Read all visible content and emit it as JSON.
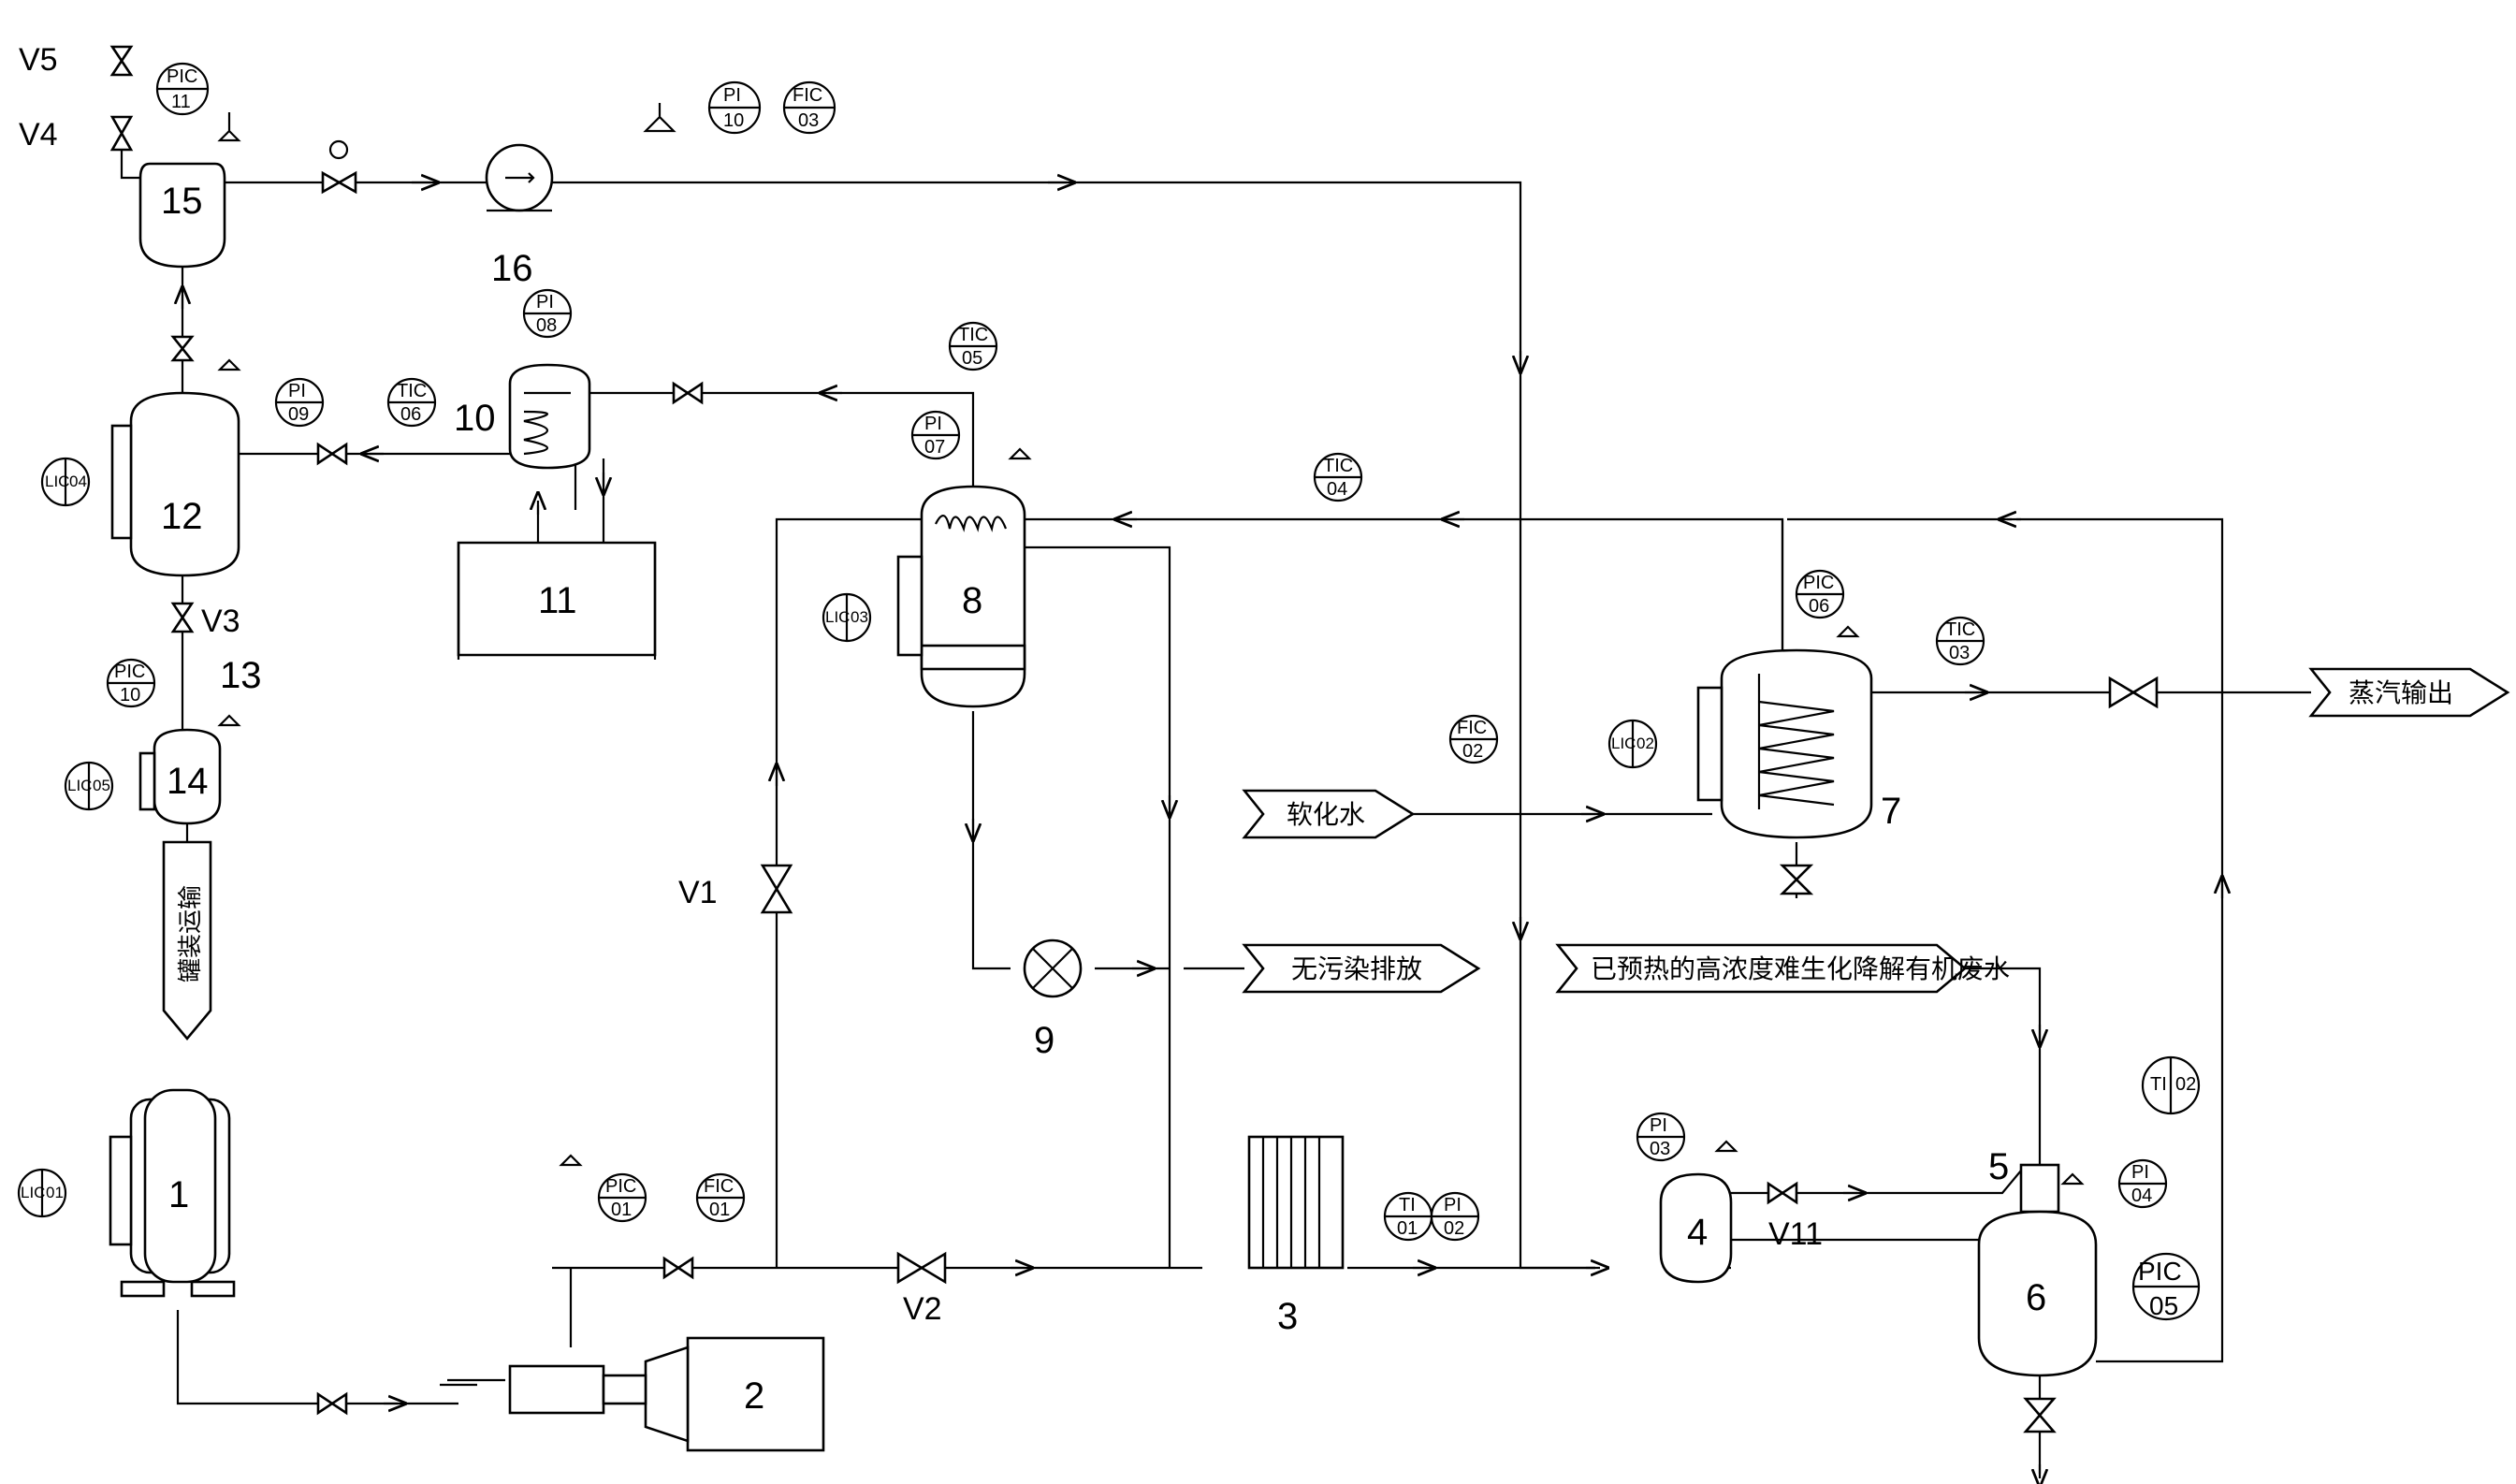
{
  "equipment": {
    "e1": "1",
    "e2": "2",
    "e3": "3",
    "e4": "4",
    "e5": "5",
    "e6": "6",
    "e7": "7",
    "e8": "8",
    "e9": "9",
    "e10": "10",
    "e11": "11",
    "e12": "12",
    "e13": "13",
    "e14": "14",
    "e15": "15",
    "e16": "16"
  },
  "valves": {
    "v1": "V1",
    "v2": "V2",
    "v3": "V3",
    "v4": "V4",
    "v5": "V5",
    "v11": "V11"
  },
  "instruments": {
    "pic11": {
      "a": "PIC",
      "b": "11"
    },
    "pi10": {
      "a": "PI",
      "b": "10"
    },
    "fic03": {
      "a": "FIC",
      "b": "03"
    },
    "pi08": {
      "a": "PI",
      "b": "08"
    },
    "pi09": {
      "a": "PI",
      "b": "09"
    },
    "tic06": {
      "a": "TIC",
      "b": "06"
    },
    "lic04": {
      "a": "LIC",
      "b": "04"
    },
    "tic05": {
      "a": "TIC",
      "b": "05"
    },
    "pi07": {
      "a": "PI",
      "b": "07"
    },
    "tic04": {
      "a": "TIC",
      "b": "04"
    },
    "lic03": {
      "a": "LIC",
      "b": "03"
    },
    "pic06": {
      "a": "PIC",
      "b": "06"
    },
    "tic03": {
      "a": "TIC",
      "b": "03"
    },
    "lic02": {
      "a": "LIC",
      "b": "02"
    },
    "fic02": {
      "a": "FIC",
      "b": "02"
    },
    "pic10": {
      "a": "PIC",
      "b": "10"
    },
    "lic05": {
      "a": "LIC",
      "b": "05"
    },
    "lic01": {
      "a": "LIC",
      "b": "01"
    },
    "pic01": {
      "a": "PIC",
      "b": "01"
    },
    "fic01": {
      "a": "FIC",
      "b": "01"
    },
    "ti01": {
      "a": "TI",
      "b": "01"
    },
    "pi02": {
      "a": "PI",
      "b": "02"
    },
    "pi03": {
      "a": "PI",
      "b": "03"
    },
    "pi04": {
      "a": "PI",
      "b": "04"
    },
    "pic05": {
      "a": "PIC",
      "b": "05"
    },
    "ti02": {
      "a": "TI",
      "b": "02"
    }
  },
  "streams": {
    "steam_out": "蒸汽输出",
    "soft_water": "软化水",
    "discharge": "无污染排放",
    "feed": "已预热的高浓度难生化降解有机废水",
    "filling": "罐装运输"
  }
}
